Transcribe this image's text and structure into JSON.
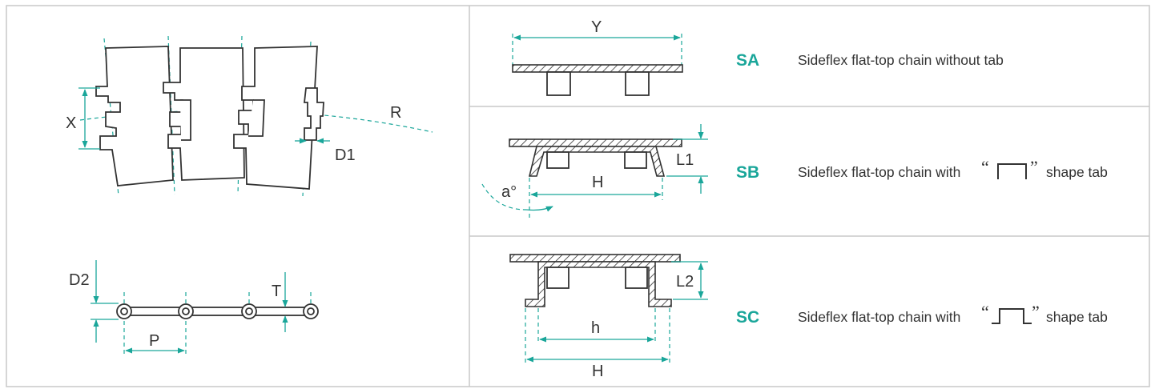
{
  "colors": {
    "accent": "#1aa69a",
    "line": "#333333",
    "frame": "#c8c8c8"
  },
  "top_view": {
    "labels": {
      "x": "X",
      "r": "R",
      "d1": "D1"
    }
  },
  "side_view": {
    "labels": {
      "d2": "D2",
      "t": "T",
      "p": "P"
    }
  },
  "types": [
    {
      "code": "SA",
      "description": "Sideflex flat-top chain without tab",
      "dims": {
        "width": "Y"
      }
    },
    {
      "code": "SB",
      "description_before": "Sideflex flat-top chain with",
      "quote_open": "“",
      "tab_icon": "tab-shape-closed-icon",
      "quote_close": "”",
      "description_after": "shape tab",
      "dims": {
        "height": "L1",
        "span": "H",
        "angle": "a°"
      }
    },
    {
      "code": "SC",
      "description_before": "Sideflex flat-top chain with",
      "quote_open": "“",
      "tab_icon": "tab-shape-flanged-icon",
      "quote_close": "”",
      "description_after": "shape tab",
      "dims": {
        "height": "L2",
        "inner": "h",
        "outer": "H"
      }
    }
  ]
}
